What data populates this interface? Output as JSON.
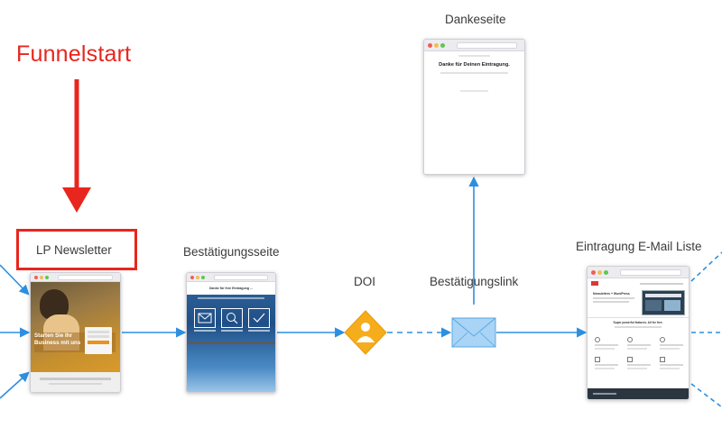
{
  "diagram": {
    "funnel_start": "Funnelstart",
    "nodes": {
      "lp_newsletter": {
        "label": "LP Newsletter",
        "hero_text_line1": "Starten Sie Ihr",
        "hero_text_line2": "Business mit uns"
      },
      "bestaetigungsseite": {
        "label": "Bestätigungsseite",
        "heading": "Danke für Ihre Eintragung ..."
      },
      "doi": {
        "label": "DOI"
      },
      "bestaetigungslink": {
        "label": "Bestätigungslink"
      },
      "dankeseite": {
        "label": "Dankeseite",
        "heading": "Danke für Deinen Eintragung."
      },
      "eintragung": {
        "label": "Eintragung E-Mail Liste",
        "headline": "Newsletters + WordPress",
        "mid_heading": "Super powerful features. All for free."
      }
    },
    "colors": {
      "red": "#e8261d",
      "blue": "#2d8fe0",
      "doi": "#f5ad1b",
      "envelope": "#a9d4f5"
    }
  }
}
